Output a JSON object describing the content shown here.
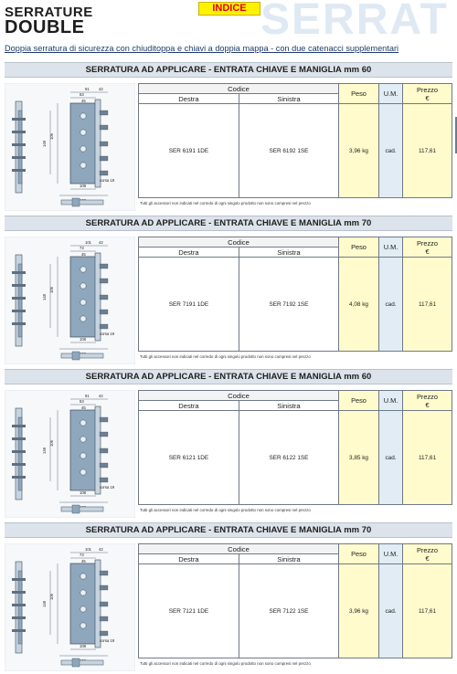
{
  "header": {
    "title_line1": "SERRATURE",
    "title_line2": "DOUBLE",
    "index_button": "INDICE",
    "watermark": "SERRAT",
    "subtitle": "Doppia serratura di sicurezza con chiuditoppa e chiavi a doppia mappa - con due catenacci supplementari"
  },
  "table_headers": {
    "codice": "Codice",
    "destra": "Destra",
    "sinistra": "Sinistra",
    "peso": "Peso",
    "um": "U.M.",
    "prezzo_line1": "Prezzo",
    "prezzo_line2": "€"
  },
  "sections": [
    {
      "title": "SERRATURA AD APPLICARE - ENTRATA CHIAVE E MANIGLIA mm 60",
      "destra": "SER 6191 1DE",
      "sinistra": "SER 6192 1SE",
      "peso": "3,96 kg",
      "um": "cad.",
      "prezzo": "117,61",
      "note": "Tutti gli accessori non indicati nel corredo di ogni singolo prodotto non sono compresi nel prezzo",
      "dims": {
        "w1": "91",
        "w2": "42",
        "w3": "63",
        "w4": "45",
        "h1": "106",
        "h2": "148",
        "b1": "108",
        "b2": "162",
        "corsa": "corsa 19"
      }
    },
    {
      "title": "SERRATURA AD APPLICARE - ENTRATA CHIAVE E MANIGLIA mm 70",
      "destra": "SER 7191 1DE",
      "sinistra": "SER 7192 1SE",
      "peso": "4,08 kg",
      "um": "cad.",
      "prezzo": "117,61",
      "note": "Tutti gli accessori non indicati nel corredo di ogni singolo prodotto non sono compresi nel prezzo",
      "dims": {
        "w1": "101",
        "w2": "42",
        "w3": "73",
        "w4": "45",
        "h1": "106",
        "h2": "148",
        "b1": "108",
        "b2": "162",
        "corsa": "corsa 19"
      }
    },
    {
      "title": "SERRATURA AD APPLICARE - ENTRATA CHIAVE E MANIGLIA mm 60",
      "destra": "SER 6121 1DE",
      "sinistra": "SER 6122 1SE",
      "peso": "3,85 kg",
      "um": "cad.",
      "prezzo": "117,61",
      "note": "Tutti gli accessori non indicati nel corredo di ogni singolo prodotto non sono compresi nel prezzo",
      "dims": {
        "w1": "91",
        "w2": "42",
        "w3": "63",
        "w4": "45",
        "h1": "106",
        "h2": "148",
        "b1": "108",
        "b2": "162",
        "corsa": "corsa 19"
      }
    },
    {
      "title": "SERRATURA AD APPLICARE - ENTRATA CHIAVE E MANIGLIA mm 70",
      "destra": "SER 7121 1DE",
      "sinistra": "SER 7122 1SE",
      "peso": "3,96 kg",
      "um": "cad.",
      "prezzo": "117,61",
      "note": "Tutti gli accessori non indicati nel corredo di ogni singolo prodotto non sono compresi nel prezzo",
      "dims": {
        "w1": "101",
        "w2": "42",
        "w3": "73",
        "w4": "45",
        "h1": "106",
        "h2": "148",
        "b1": "108",
        "b2": "162",
        "corsa": "corsa 19"
      }
    }
  ]
}
